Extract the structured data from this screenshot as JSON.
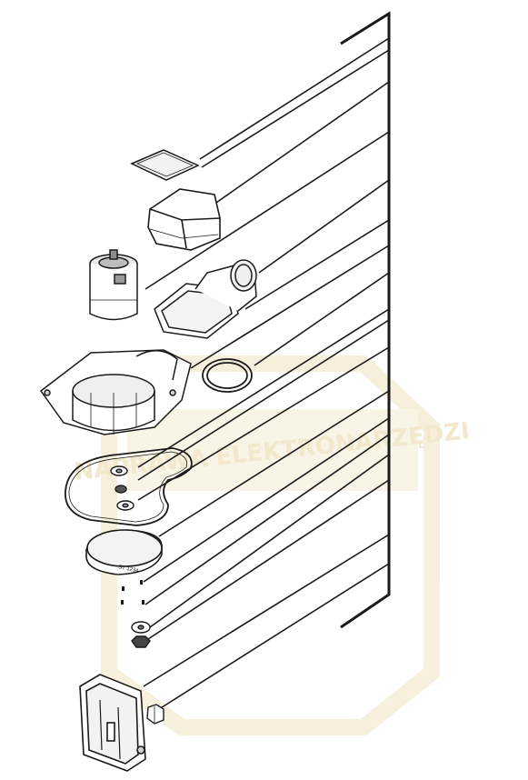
{
  "diagram": {
    "kind": "exploded-parts-view",
    "watermark": {
      "brand_text": "NAPRAWA ELEKTRONARZĘDZI",
      "color": "#efe3bf"
    },
    "part_labels": {
      "disk_marking": "ST 1234"
    },
    "colors": {
      "line": "#1a1a1a",
      "part_fill": "#ffffff",
      "part_shade": "#d8d8d8"
    }
  }
}
